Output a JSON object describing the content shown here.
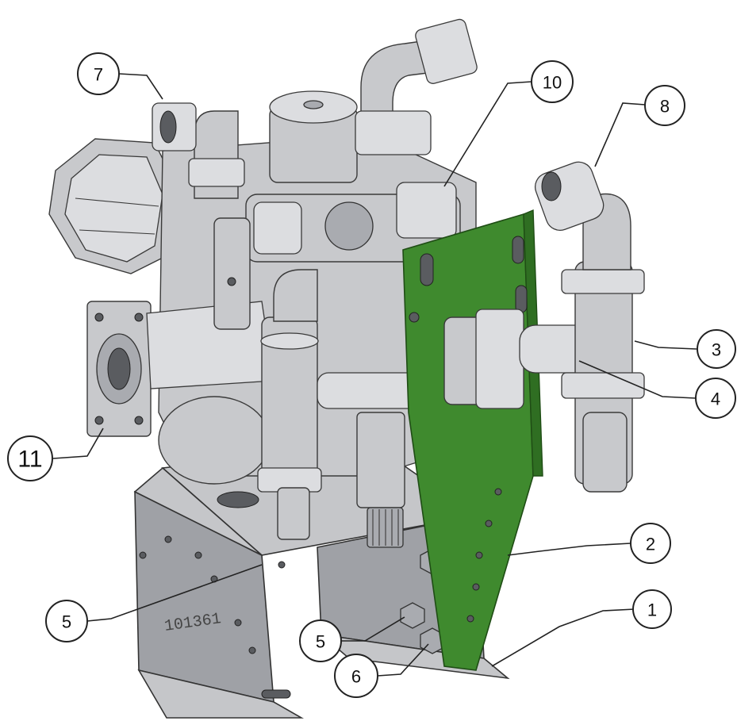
{
  "callouts": [
    {
      "id": "c1",
      "label": "1"
    },
    {
      "id": "c2",
      "label": "2"
    },
    {
      "id": "c3",
      "label": "3"
    },
    {
      "id": "c4",
      "label": "4"
    },
    {
      "id": "c5a",
      "label": "5"
    },
    {
      "id": "c5b",
      "label": "5"
    },
    {
      "id": "c6",
      "label": "6"
    },
    {
      "id": "c7",
      "label": "7"
    },
    {
      "id": "c8",
      "label": "8"
    },
    {
      "id": "c10",
      "label": "10"
    },
    {
      "id": "c11",
      "label": "11"
    }
  ],
  "bracket_stamp": "101361",
  "colors": {
    "bracket_green": "#3f8a2e",
    "metal_gray": "#c8c9cc",
    "outline": "#222222"
  }
}
